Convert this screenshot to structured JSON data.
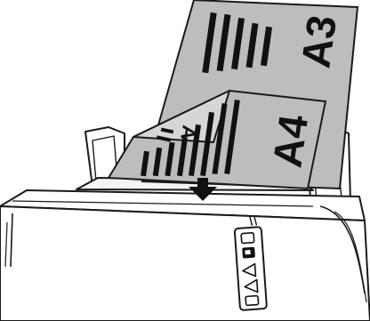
{
  "illustration": {
    "sheet_a3": {
      "label": "A3"
    },
    "sheet_a4": {
      "label": "A4",
      "folded_corner_label": "A"
    },
    "feed_direction": "down-arrow-icon",
    "control_panel": {
      "icons": [
        "power-icon",
        "scan-icon",
        "up-triangle-icon",
        "down-triangle-icon",
        "mode-icon"
      ]
    }
  }
}
